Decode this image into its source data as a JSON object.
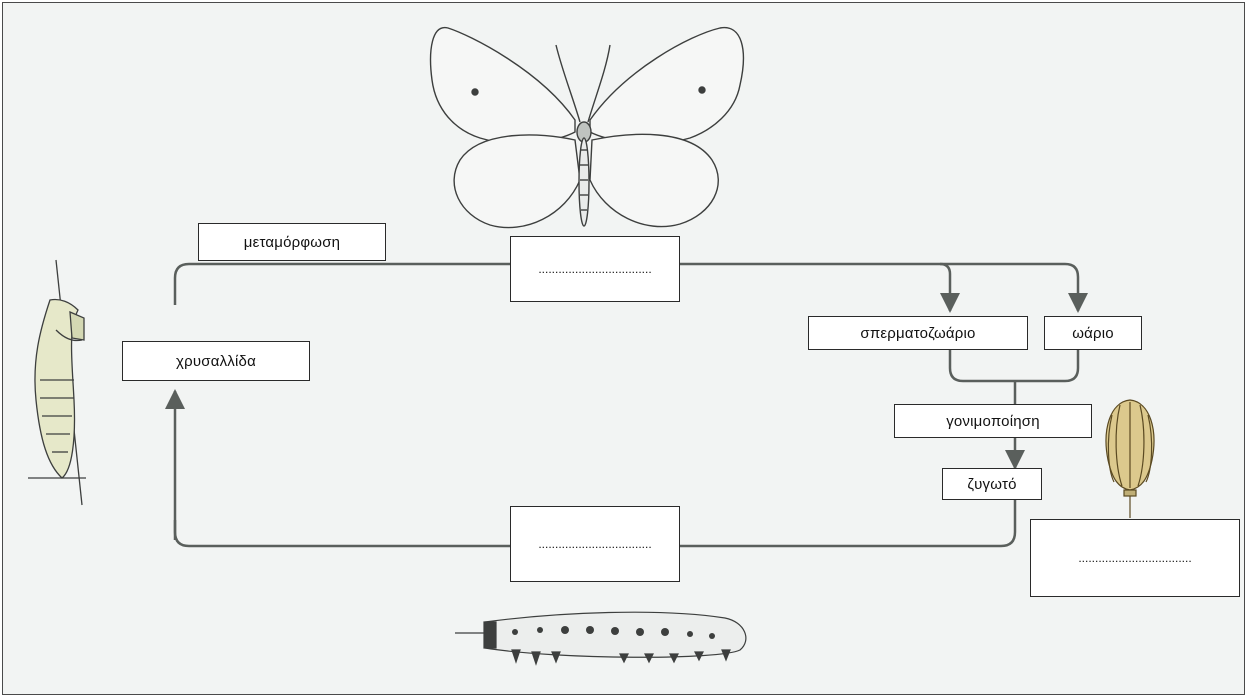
{
  "labels": {
    "metamorphosis": "μεταμόρφωση",
    "pupa": "χρυσαλλίδα",
    "sperm": "σπερματοζωάριο",
    "egg_cell": "ωάριο",
    "fertilization": "γονιμοποίηση",
    "zygote": "ζυγωτό"
  },
  "blanks": {
    "adult": "..................................",
    "larva": "..................................",
    "egg": ".................................."
  },
  "colors": {
    "line": "#5a5f5c",
    "background": "#f2f4f3",
    "drawing": "#3d3f3e",
    "pupa_fill": "#e6e8c9",
    "larva_fill": "#eceeed",
    "egg_fill": "#dcc98d"
  }
}
